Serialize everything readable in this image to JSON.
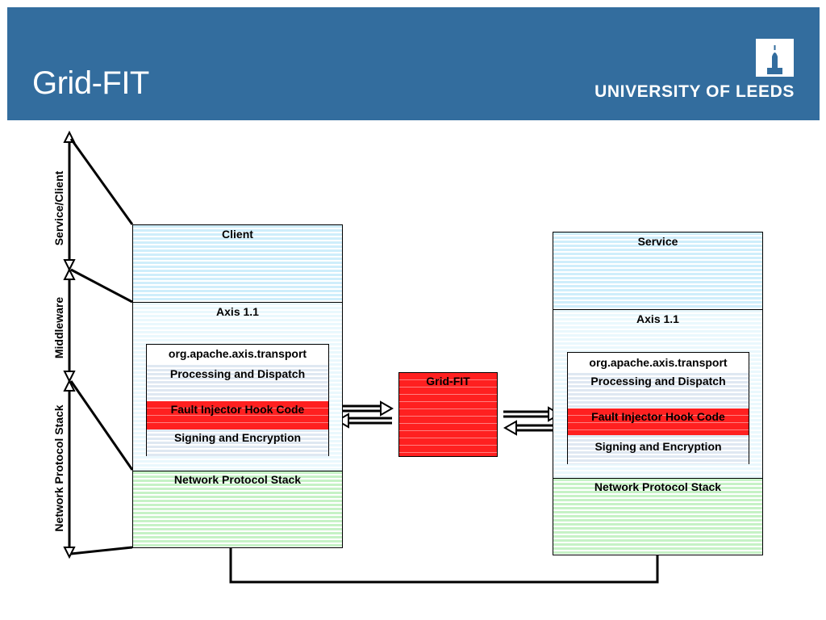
{
  "header": {
    "title": "Grid-FIT",
    "logo_text": "UNIVERSITY OF LEEDS",
    "background": "#336d9e"
  },
  "side_labels": {
    "service_client": "Service/Client",
    "middleware": "Middleware",
    "network_stack": "Network Protocol Stack"
  },
  "client_stack": {
    "app_label": "Client",
    "middleware_label": "Axis 1.1",
    "transport_label": "org.apache.axis.transport",
    "processing_label": "Processing and Dispatch",
    "hook_label": "Fault Injector Hook Code",
    "signing_label": "Signing and Encryption",
    "network_label": "Network Protocol Stack"
  },
  "gridfit": {
    "label": "Grid-FIT"
  },
  "service_stack": {
    "app_label": "Service",
    "middleware_label": "Axis 1.1",
    "transport_label": "org.apache.axis.transport",
    "processing_label": "Processing and Dispatch",
    "hook_label": "Fault Injector Hook Code",
    "signing_label": "Signing and Encryption",
    "network_label": "Network Protocol Stack"
  },
  "colors": {
    "app_layer": "#cfeefb",
    "middleware_layer": "#eaf8fd",
    "network_layer": "#c6f2c6",
    "fault_injector": "#ff2020"
  }
}
